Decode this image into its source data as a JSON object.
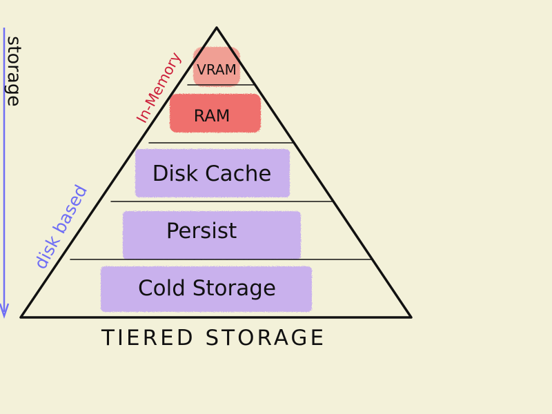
{
  "title": "TIERED STORAGE",
  "axis_label": "storage",
  "groups": {
    "in_memory": "In-Memory",
    "disk_based": "disk based"
  },
  "tiers": [
    {
      "label": "VRAM",
      "group": "in-memory"
    },
    {
      "label": "RAM",
      "group": "in-memory"
    },
    {
      "label": "Disk Cache",
      "group": "disk-based"
    },
    {
      "label": "Persist",
      "group": "disk-based"
    },
    {
      "label": "Cold Storage",
      "group": "disk-based"
    }
  ],
  "colors": {
    "background": "#f3f1d9",
    "in_memory_fill": "#ef5b5b",
    "in_memory_text": "#cc1f3a",
    "disk_fill": "#c4aaf0",
    "disk_text": "#6f6ef5",
    "outline": "#111111"
  }
}
